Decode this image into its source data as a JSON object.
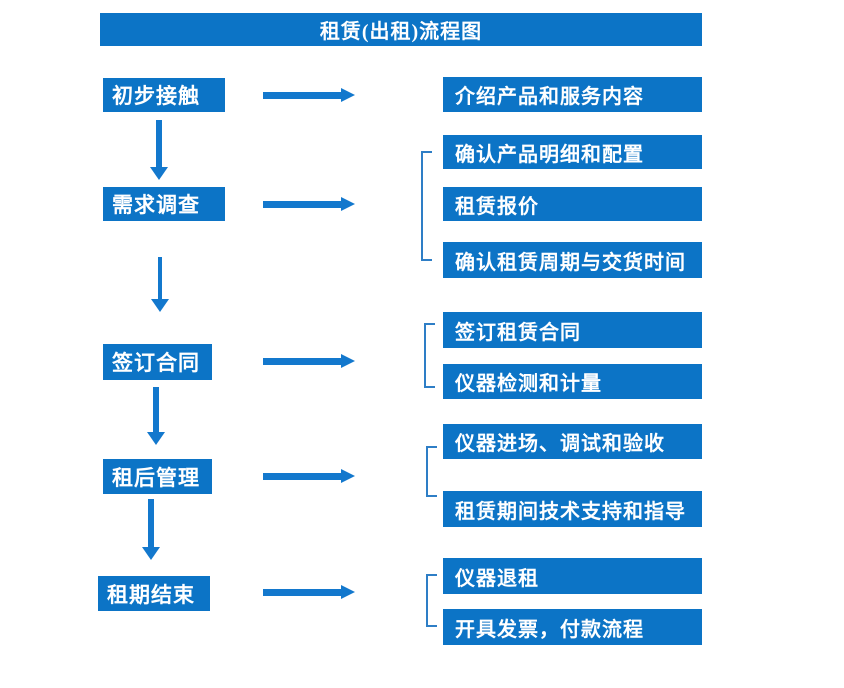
{
  "title": "租赁(出租)流程图",
  "colors": {
    "box_blue": "#0c74c6",
    "arrow_blue": "#1378cd",
    "bracket_blue": "#2e7ec6",
    "text_white": "#ffffff"
  },
  "steps": [
    {
      "label": "初步接触",
      "details": [
        "介绍产品和服务内容"
      ]
    },
    {
      "label": "需求调查",
      "details": [
        "确认产品明细和配置",
        "租赁报价",
        "确认租赁周期与交货时间"
      ]
    },
    {
      "label": "签订合同",
      "details": [
        "签订租赁合同",
        "仪器检测和计量"
      ]
    },
    {
      "label": "租后管理",
      "details": [
        "仪器进场、调试和验收",
        "租赁期间技术支持和指导"
      ]
    },
    {
      "label": "租期结束",
      "details": [
        "仪器退租",
        "开具发票，付款流程"
      ]
    }
  ]
}
